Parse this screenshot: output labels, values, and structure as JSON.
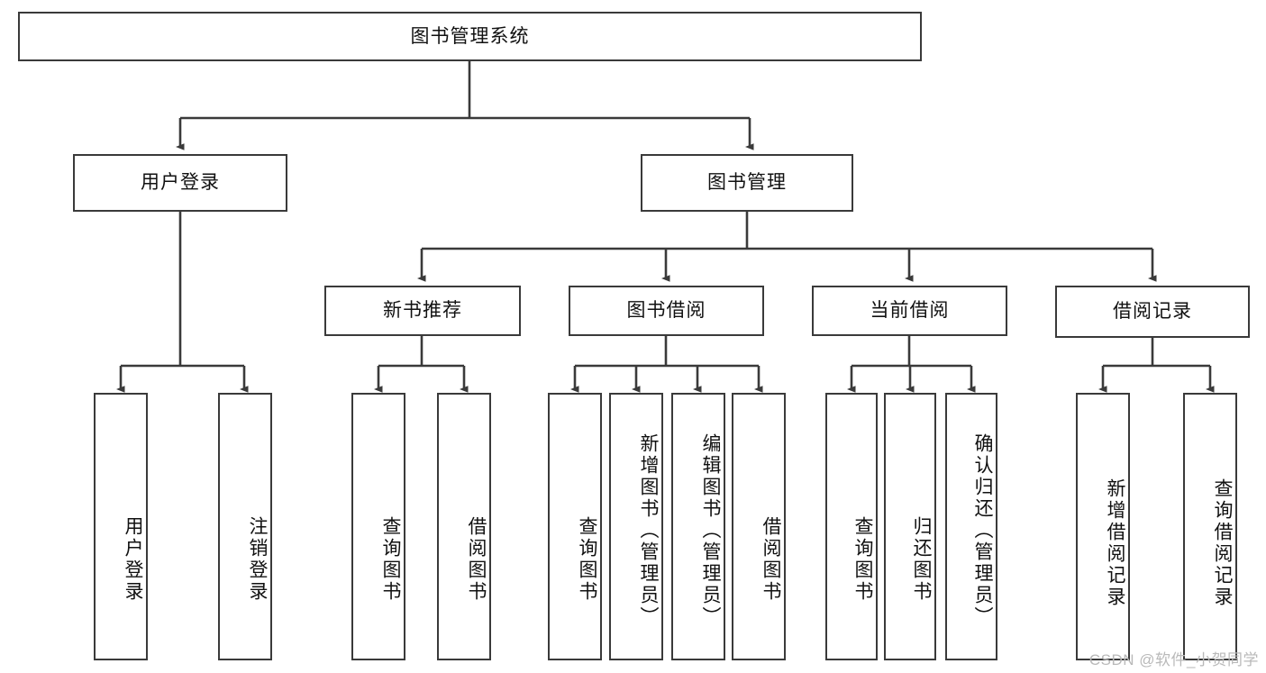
{
  "diagram": {
    "title": "图书管理系统",
    "watermark": "CSDN @软件_小贺同学",
    "stroke_color": "#3a3a3a",
    "text_color": "#111111",
    "background": "#ffffff",
    "root": {
      "label": "图书管理系统"
    },
    "level2": [
      {
        "label": "用户登录"
      },
      {
        "label": "图书管理"
      }
    ],
    "level3": [
      {
        "label": "新书推荐"
      },
      {
        "label": "图书借阅"
      },
      {
        "label": "当前借阅"
      },
      {
        "label": "借阅记录"
      }
    ],
    "leaves": {
      "user_login": [
        {
          "label": "用户登录"
        },
        {
          "label": "注销登录"
        }
      ],
      "new_book_recommend": [
        {
          "label": "查询图书"
        },
        {
          "label": "借阅图书"
        }
      ],
      "book_borrow": [
        {
          "label": "查询图书"
        },
        {
          "label": "新增图书（管理员）"
        },
        {
          "label": "编辑图书（管理员）"
        },
        {
          "label": "借阅图书"
        }
      ],
      "current_borrow": [
        {
          "label": "查询图书"
        },
        {
          "label": "归还图书"
        },
        {
          "label": "确认归还（管理员）"
        }
      ],
      "borrow_records": [
        {
          "label": "新增借阅记录"
        },
        {
          "label": "查询借阅记录"
        }
      ]
    }
  }
}
